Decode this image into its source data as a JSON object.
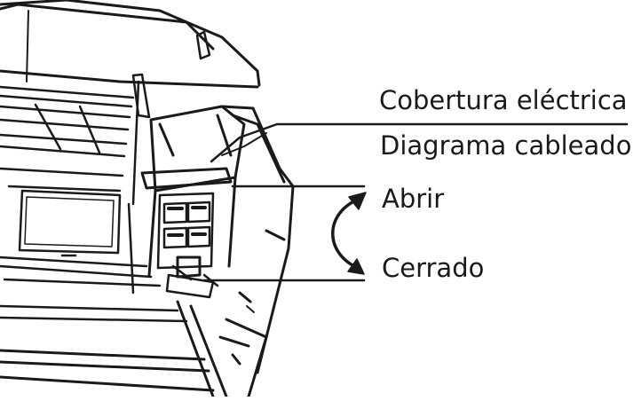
{
  "labels": {
    "electrical_cover": "Cobertura eléctrica",
    "wiring_diagram": "Diagrama cableado",
    "open": "Abrir",
    "closed": "Cerrado"
  },
  "colors": {
    "line": "#1a1a1a",
    "background": "#ffffff"
  }
}
